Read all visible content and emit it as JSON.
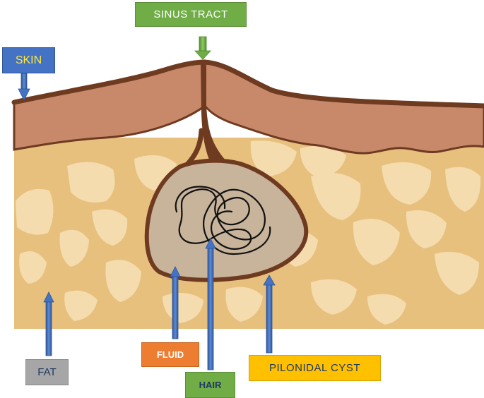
{
  "labels": {
    "sinus_tract": "SINUS TRACT",
    "skin": "SKIN",
    "fluid": "FLUID",
    "hair": "HAIR",
    "fat": "FAT",
    "pilonidal_cyst": "PILONIDAL CYST"
  },
  "colors": {
    "skin": "#c8896b",
    "skin_outline": "#6e3a20",
    "fat": "#e7c07e",
    "fat_lobule": "#f4dcae",
    "cyst_fill": "#c8b39b",
    "hair_line": "#111111",
    "arrow_blue": "#4472c4",
    "arrow_green": "#70ad47"
  }
}
